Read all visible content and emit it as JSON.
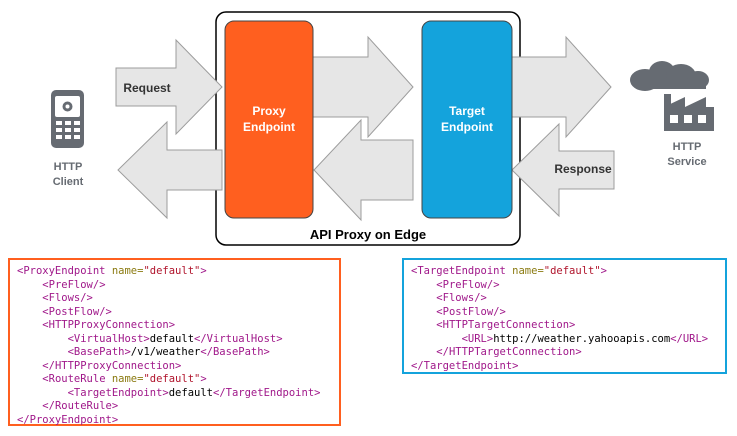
{
  "colors": {
    "proxy": "#ff5f1f",
    "target": "#14a3dc",
    "arrow_fill": "#e6e6e6",
    "arrow_stroke": "#9c9c9c",
    "icon": "#666b72",
    "tag": "#a0188a",
    "attr": "#8a7a10",
    "value": "#b0142c"
  },
  "labels": {
    "request": "Request",
    "response": "Response",
    "proxy_line1": "Proxy",
    "proxy_line2": "Endpoint",
    "target_line1": "Target",
    "target_line2": "Endpoint",
    "client_line1": "HTTP",
    "client_line2": "Client",
    "service_line1": "HTTP",
    "service_line2": "Service",
    "container": "API Proxy on Edge"
  },
  "icons": {
    "client": "mobile-phone-icon",
    "service": "cloud-factory-icon"
  },
  "code": {
    "proxy": [
      {
        "indent": "",
        "parts": [
          [
            "tag",
            "<ProxyEndpoint "
          ],
          [
            "attr",
            "name="
          ],
          [
            "val",
            "\"default\""
          ],
          [
            "tag",
            ">"
          ]
        ]
      },
      {
        "indent": "    ",
        "parts": [
          [
            "tag",
            "<PreFlow/>"
          ]
        ]
      },
      {
        "indent": "    ",
        "parts": [
          [
            "tag",
            "<Flows/>"
          ]
        ]
      },
      {
        "indent": "    ",
        "parts": [
          [
            "tag",
            "<PostFlow/>"
          ]
        ]
      },
      {
        "indent": "    ",
        "parts": [
          [
            "tag",
            "<HTTPProxyConnection>"
          ]
        ]
      },
      {
        "indent": "        ",
        "parts": [
          [
            "tag",
            "<VirtualHost>"
          ],
          [
            "txt",
            "default"
          ],
          [
            "tag",
            "</VirtualHost>"
          ]
        ]
      },
      {
        "indent": "        ",
        "parts": [
          [
            "tag",
            "<BasePath>"
          ],
          [
            "txt",
            "/v1/weather"
          ],
          [
            "tag",
            "</BasePath>"
          ]
        ]
      },
      {
        "indent": "    ",
        "parts": [
          [
            "tag",
            "</HTTPProxyConnection>"
          ]
        ]
      },
      {
        "indent": "    ",
        "parts": [
          [
            "tag",
            "<RouteRule "
          ],
          [
            "attr",
            "name="
          ],
          [
            "val",
            "\"default\""
          ],
          [
            "tag",
            ">"
          ]
        ]
      },
      {
        "indent": "        ",
        "parts": [
          [
            "tag",
            "<TargetEndpoint>"
          ],
          [
            "txt",
            "default"
          ],
          [
            "tag",
            "</TargetEndpoint>"
          ]
        ]
      },
      {
        "indent": "    ",
        "parts": [
          [
            "tag",
            "</RouteRule>"
          ]
        ]
      },
      {
        "indent": "",
        "parts": [
          [
            "tag",
            "</ProxyEndpoint>"
          ]
        ]
      }
    ],
    "target": [
      {
        "indent": "",
        "parts": [
          [
            "tag",
            "<TargetEndpoint "
          ],
          [
            "attr",
            "name="
          ],
          [
            "val",
            "\"default\""
          ],
          [
            "tag",
            ">"
          ]
        ]
      },
      {
        "indent": "    ",
        "parts": [
          [
            "tag",
            "<PreFlow/>"
          ]
        ]
      },
      {
        "indent": "    ",
        "parts": [
          [
            "tag",
            "<Flows/>"
          ]
        ]
      },
      {
        "indent": "    ",
        "parts": [
          [
            "tag",
            "<PostFlow/>"
          ]
        ]
      },
      {
        "indent": "    ",
        "parts": [
          [
            "tag",
            "<HTTPTargetConnection>"
          ]
        ]
      },
      {
        "indent": "        ",
        "parts": [
          [
            "tag",
            "<URL>"
          ],
          [
            "txt",
            "http://weather.yahooapis.com"
          ],
          [
            "tag",
            "</URL>"
          ]
        ]
      },
      {
        "indent": "    ",
        "parts": [
          [
            "tag",
            "</HTTPTargetConnection>"
          ]
        ]
      },
      {
        "indent": "",
        "parts": [
          [
            "tag",
            "</TargetEndpoint>"
          ]
        ]
      }
    ]
  }
}
